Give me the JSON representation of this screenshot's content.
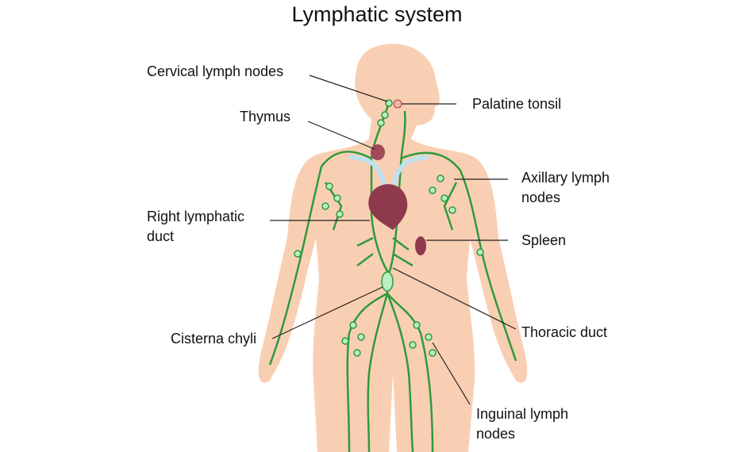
{
  "title": "Lymphatic system",
  "labels": {
    "cervical": "Cervical lymph nodes",
    "palatine": "Palatine tonsil",
    "thymus": "Thymus",
    "axillary_1": "Axillary lymph",
    "axillary_2": "nodes",
    "right_duct_1": "Right lymphatic",
    "right_duct_2": "duct",
    "spleen": "Spleen",
    "cisterna": "Cisterna chyli",
    "thoracic": "Thoracic duct",
    "inguinal_1": "Inguinal lymph",
    "inguinal_2": "nodes"
  },
  "colors": {
    "skin": "#f9cfb3",
    "lymph": "#2f9a3c",
    "node": "#b8f0c4",
    "organ": "#8e3a4c",
    "vessel": "#bfe0ee"
  }
}
